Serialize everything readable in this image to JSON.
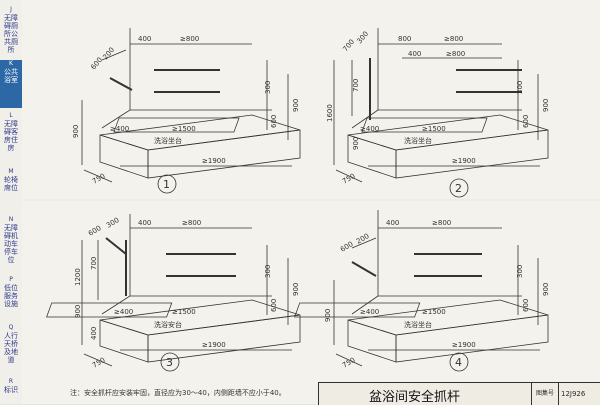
{
  "sidebar": {
    "tabs": [
      {
        "letter": "J",
        "text": "无障碍厕所公共厕所",
        "active": false
      },
      {
        "letter": "K",
        "text": "公共浴室",
        "active": true
      },
      {
        "letter": "L",
        "text": "无障碍客房住房",
        "active": false
      },
      {
        "letter": "M",
        "text": "轮椅席位",
        "active": false
      },
      {
        "letter": "N",
        "text": "无障碍机动车停车位",
        "active": false
      },
      {
        "letter": "P",
        "text": "低位服务设施",
        "active": false
      },
      {
        "letter": "Q",
        "text": "人行天桥及地道",
        "active": false
      },
      {
        "letter": "R",
        "text": "标识",
        "active": false
      }
    ]
  },
  "diagrams": [
    {
      "number": "1",
      "dims": {
        "top_a": "400",
        "top_b": "≥800",
        "diag_a": "600",
        "diag_b": "200",
        "v_300": "300",
        "v_900": "900",
        "v_600": "600",
        "left_h": "900",
        "bottom_short": "≥400",
        "bottom_long": "≥1500",
        "base_len": "≥1900",
        "depth": "750"
      },
      "label": "洗浴坐台"
    },
    {
      "number": "2",
      "dims": {
        "top_a": "800",
        "top_b": "≥800",
        "top_c": "400",
        "top_d": "≥800",
        "diag_a": "700",
        "diag_b": "300",
        "left_700": "700",
        "left_900": "900",
        "left_1600": "1600",
        "v_300": "300",
        "v_900": "900",
        "v_600": "600",
        "bottom_short": "≥400",
        "bottom_long": "≥1500",
        "base_len": "≥1900",
        "depth": "750"
      },
      "label": "洗浴坐台"
    },
    {
      "number": "3",
      "dims": {
        "top_a": "400",
        "top_b": "≥800",
        "diag_a": "600",
        "diag_b": "300",
        "v_300": "300",
        "v_900": "900",
        "v_600": "600",
        "left_700": "700",
        "left_1200": "1200",
        "left_900": "900",
        "left_400": "400",
        "bottom_short": "≥400",
        "bottom_long": "≥1500",
        "base_len": "≥1900",
        "depth": "750"
      },
      "label": "洗浴安台"
    },
    {
      "number": "4",
      "dims": {
        "top_a": "400",
        "top_b": "≥800",
        "diag_a": "600",
        "diag_b": "200",
        "v_300": "300",
        "v_900": "900",
        "v_600": "600",
        "left_h": "900",
        "bottom_short": "≥400",
        "bottom_long": "≥1500",
        "base_len": "≥1900",
        "depth": "750"
      },
      "label": "洗浴坐台"
    }
  ],
  "footer": {
    "note": "注：安全抓杆应安装牢固，直径应为30～40，内侧距墙不应小于40。",
    "title": "盆浴间安全抓杆",
    "atlas_label": "图集号",
    "code": "12J926"
  }
}
